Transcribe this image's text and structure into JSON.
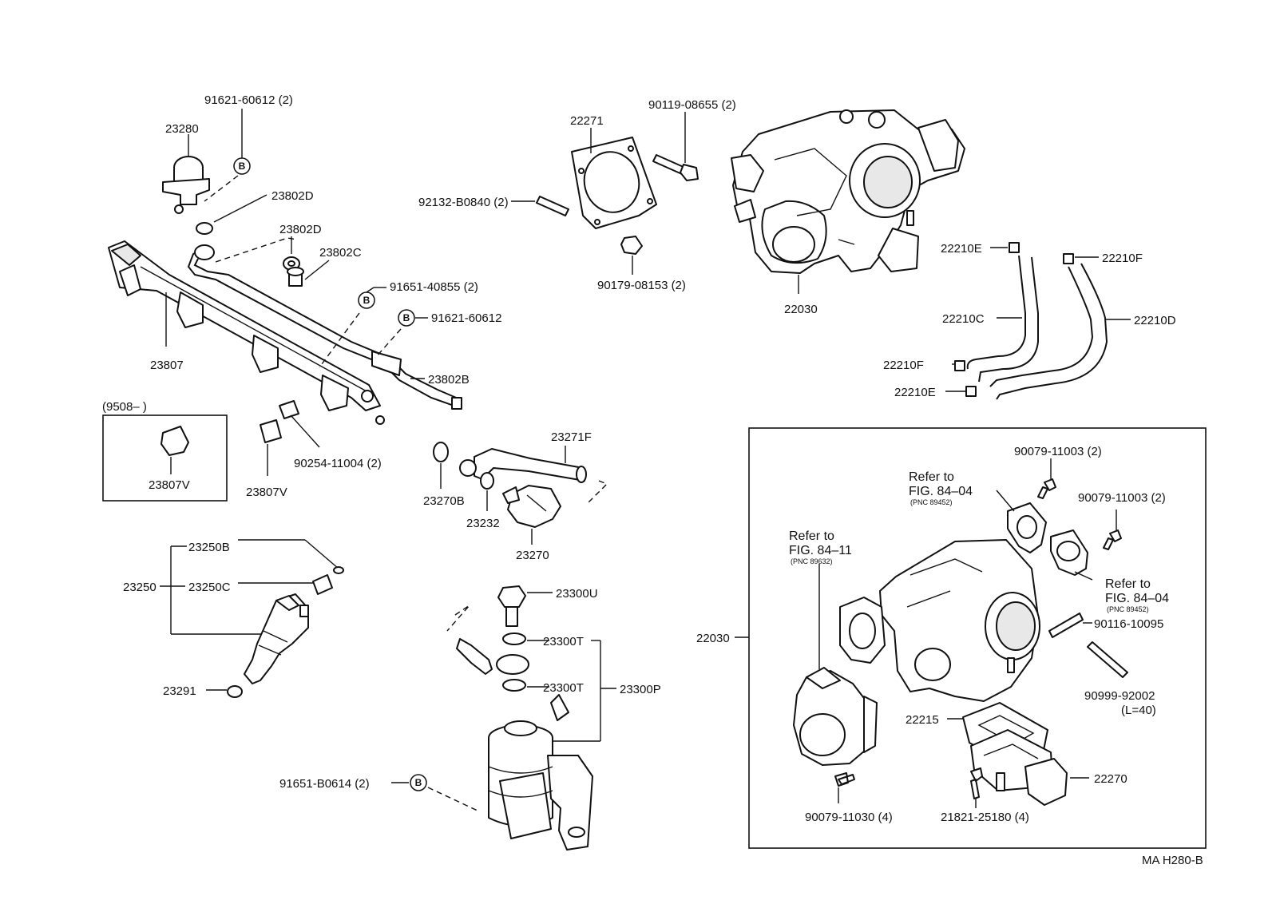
{
  "labels": {
    "p23280": "23280",
    "p91621_60612_2": "91621-60612 (2)",
    "p23802D_a": "23802D",
    "p23802D_b": "23802D",
    "p23802C": "23802C",
    "p91651_40855": "91651-40855 (2)",
    "p91621_60612": "91621-60612",
    "p23807": "23807",
    "p23802B": "23802B",
    "p9508": "(9508–        )",
    "p23807V_box": "23807V",
    "p23807V": "23807V",
    "p90254": "90254-11004 (2)",
    "p22271": "22271",
    "p90119": "90119-08655 (2)",
    "p92132": "92132-B0840 (2)",
    "p90179": "90179-08153 (2)",
    "p22030_top": "22030",
    "p23271F": "23271F",
    "p23270B": "23270B",
    "p23232": "23232",
    "p23270": "23270",
    "p22210E_a": "22210E",
    "p22210F_a": "22210F",
    "p22210C": "22210C",
    "p22210D": "22210D",
    "p22210F_b": "22210F",
    "p22210E_b": "22210E",
    "p23250B": "23250B",
    "p23250": "23250",
    "p23250C": "23250C",
    "p23291": "23291",
    "p23300U": "23300U",
    "p23300T_a": "23300T",
    "p23300T_b": "23300T",
    "p23300P": "23300P",
    "p91651_B0614": "91651-B0614 (2)",
    "p90079_11003_a": "90079-11003 (2)",
    "p90079_11003_b": "90079-11003 (2)",
    "ref1_a": "Refer to",
    "ref1_b": "FIG. 84–04",
    "ref1_c": "(PNC 89452)",
    "ref2_a": "Refer to",
    "ref2_b": "FIG. 84–11",
    "ref2_c": "(PNC 89632)",
    "ref3_a": "Refer to",
    "ref3_b": "FIG. 84–04",
    "ref3_c": "(PNC 89452)",
    "p22030_box": "22030",
    "p90116": "90116-10095",
    "p90999": "90999-92002",
    "p90999_len": "(L=40)",
    "p22215": "22215",
    "p22270": "22270",
    "p90079_11030": "90079-11030 (4)",
    "p21821": "21821-25180 (4)",
    "code": "MA H280-B"
  },
  "markers": {
    "b": "B"
  },
  "icons": {
    "pressure_regulator": "pressure-regulator-icon",
    "fuel_rail": "delivery-pipe-icon",
    "gasket": "gasket-icon",
    "throttle_body": "throttle-body-icon",
    "injector": "fuel-injector-icon",
    "fuel_filter": "fuel-filter-icon",
    "hose": "hose-icon",
    "idle_control_valve": "idle-speed-control-valve-icon"
  }
}
